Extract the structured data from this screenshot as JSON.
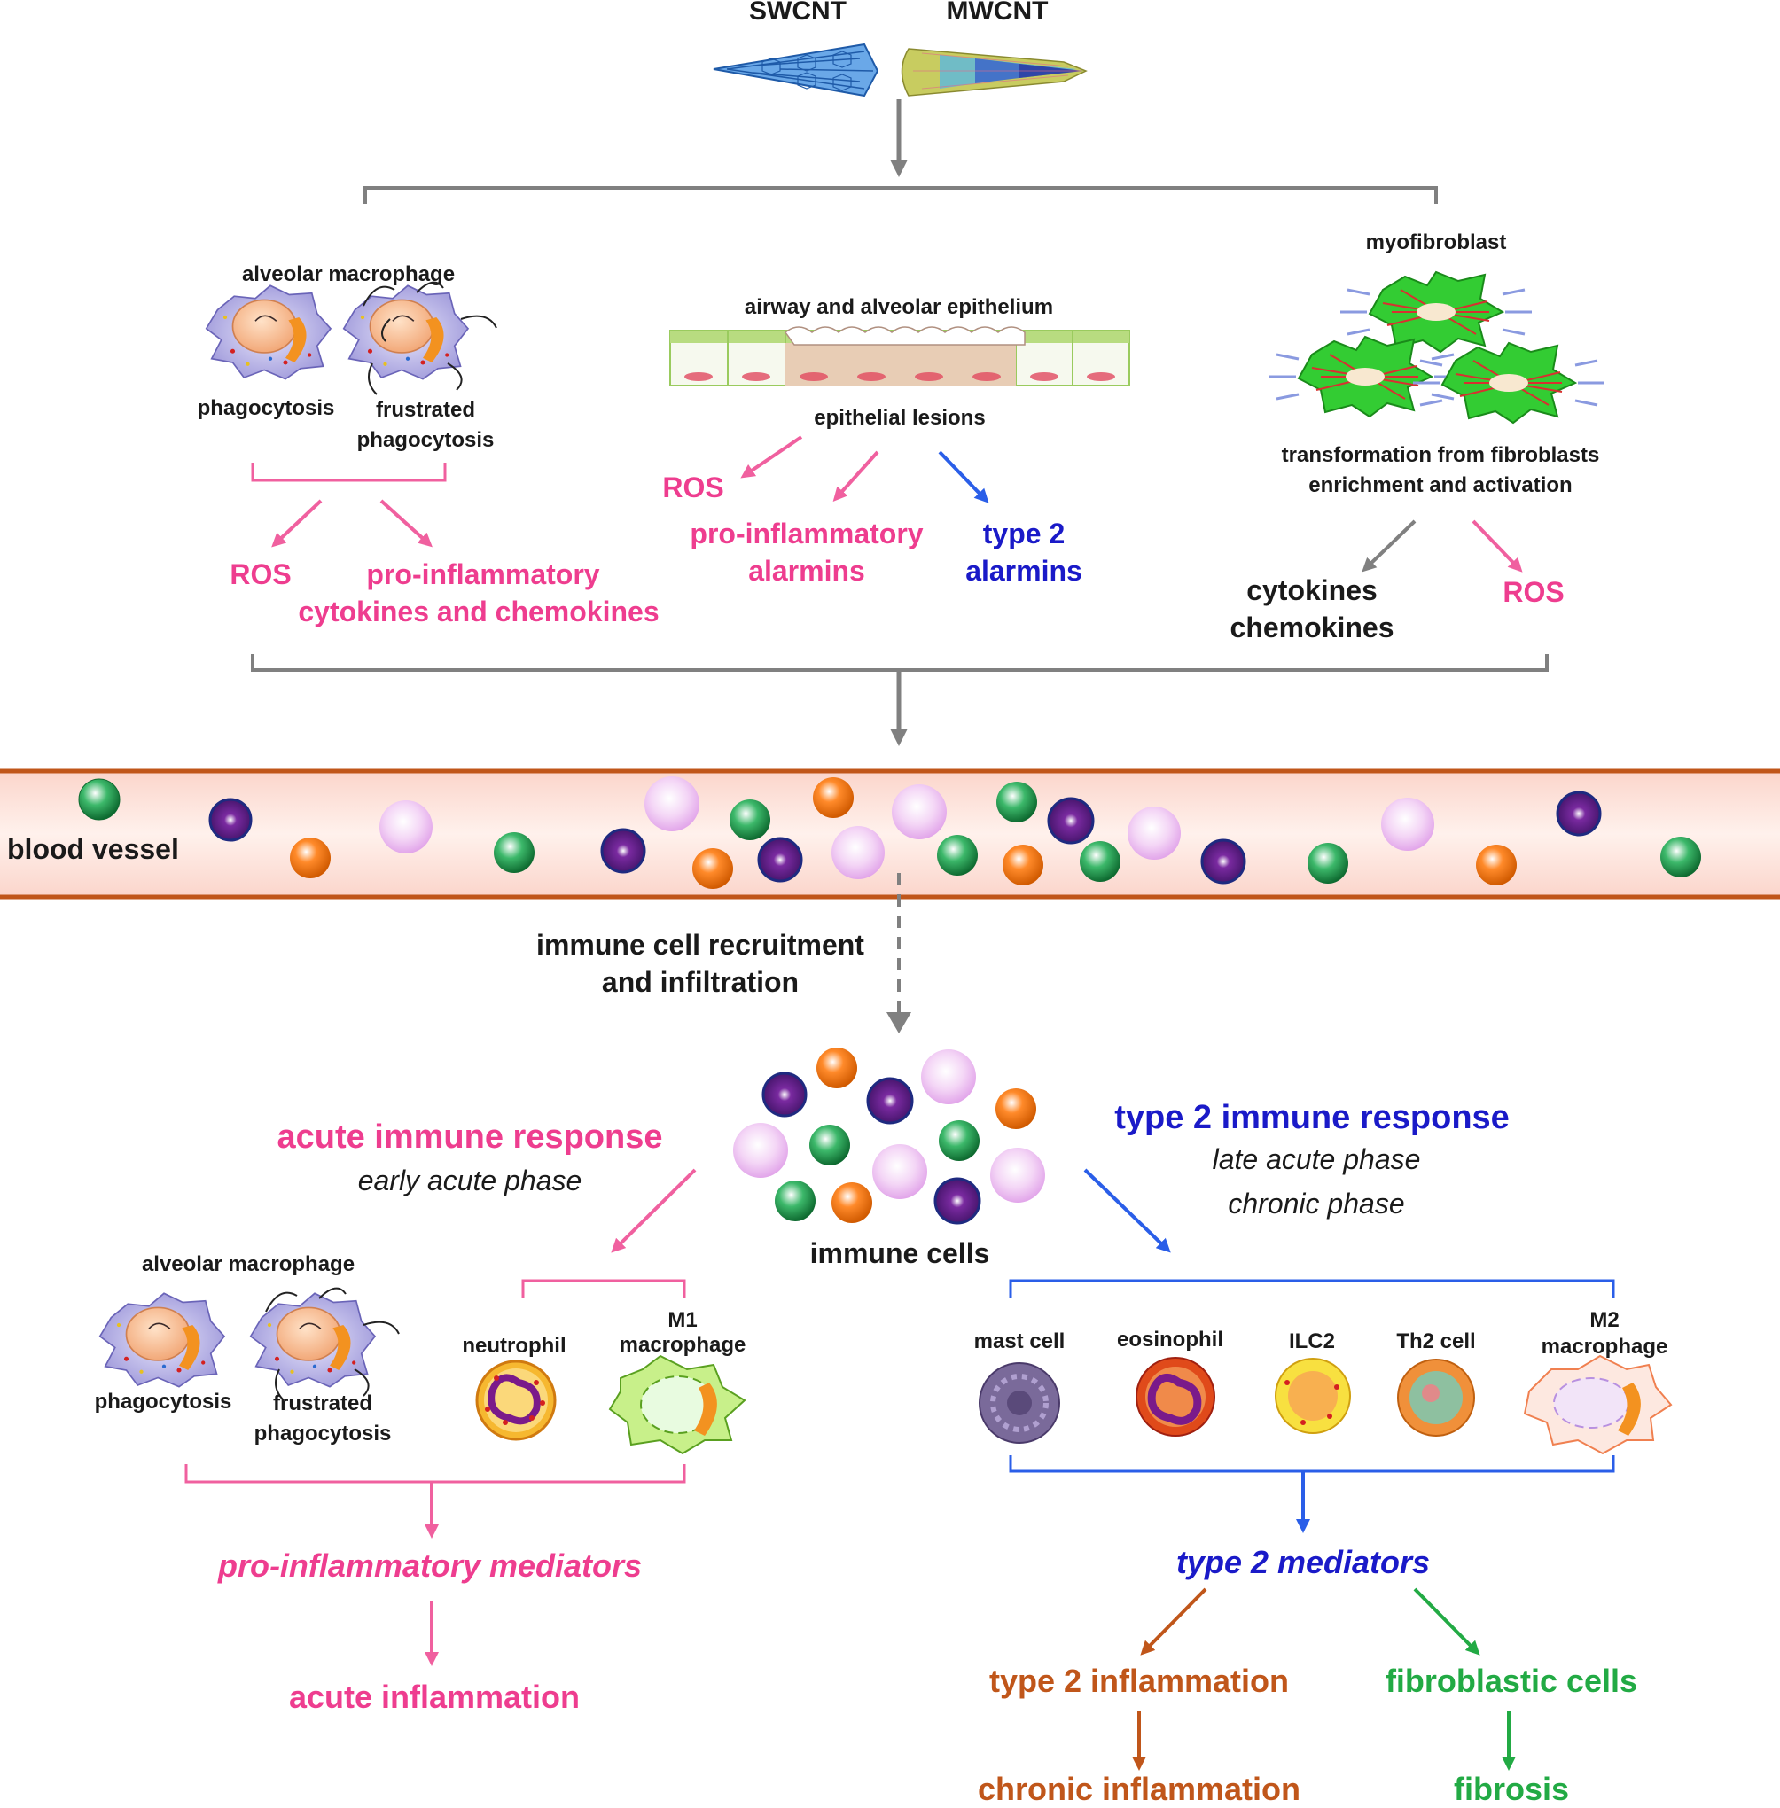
{
  "top": {
    "swcnt": "SWCNT",
    "mwcnt": "MWCNT"
  },
  "macrophage_top": {
    "title": "alveolar macrophage",
    "phagocytosis": "phagocytosis",
    "frustrated_1": "frustrated",
    "frustrated_2": "phagocytosis",
    "ros": "ROS",
    "proinf_1": "pro-inflammatory",
    "proinf_2": "cytokines and chemokines"
  },
  "epithelium": {
    "title": "airway and alveolar epithelium",
    "lesions": "epithelial lesions",
    "ros": "ROS",
    "proinf_1": "pro-inflammatory",
    "proinf_2": "alarmins",
    "type2_1": "type 2",
    "type2_2": "alarmins"
  },
  "myofibroblast": {
    "title": "myofibroblast",
    "desc_1": "transformation  from fibroblasts",
    "desc_2": "enrichment and activation",
    "cyto_1": "cytokines",
    "cyto_2": "chemokines",
    "ros": "ROS"
  },
  "vessel": {
    "label": "blood vessel"
  },
  "recruitment": {
    "line1": "immune cell recruitment",
    "line2": "and infiltration"
  },
  "immune_cells": {
    "label": "immune cells"
  },
  "acute": {
    "title": "acute immune response",
    "phase": "early acute phase",
    "macrophage_title": "alveolar macrophage",
    "phagocytosis": "phagocytosis",
    "frustrated_1": "frustrated",
    "frustrated_2": "phagocytosis",
    "neutrophil": "neutrophil",
    "m1_1": "M1",
    "m1_2": "macrophage",
    "mediators": "pro-inflammatory mediators",
    "outcome": "acute inflammation"
  },
  "type2": {
    "title": "type 2 immune response",
    "phase1": "late acute phase",
    "phase2": "chronic phase",
    "mast": "mast cell",
    "eosinophil": "eosinophil",
    "ilc2": "ILC2",
    "th2": "Th2 cell",
    "m2_1": "M2",
    "m2_2": "macrophage",
    "mediators": "type 2 mediators",
    "inflammation": "type 2 inflammation",
    "chronic": "chronic inflammation",
    "fibroblastic": "fibroblastic cells",
    "fibrosis": "fibrosis"
  },
  "colors": {
    "pink": "#ee3d8f",
    "blue": "#1a1ac8",
    "brown": "#c0561a",
    "green": "#22aa44",
    "gray_arrow": "#808080",
    "vessel_border": "#c0561a",
    "vessel_fill": "#fde3dc"
  },
  "icons": [
    "nanotube-icon",
    "macrophage-icon",
    "epithelium-icon",
    "myofibroblast-icon",
    "immune-cell-icon",
    "neutrophil-icon",
    "mast-cell-icon",
    "eosinophil-icon",
    "ilc2-icon",
    "th2-cell-icon"
  ]
}
